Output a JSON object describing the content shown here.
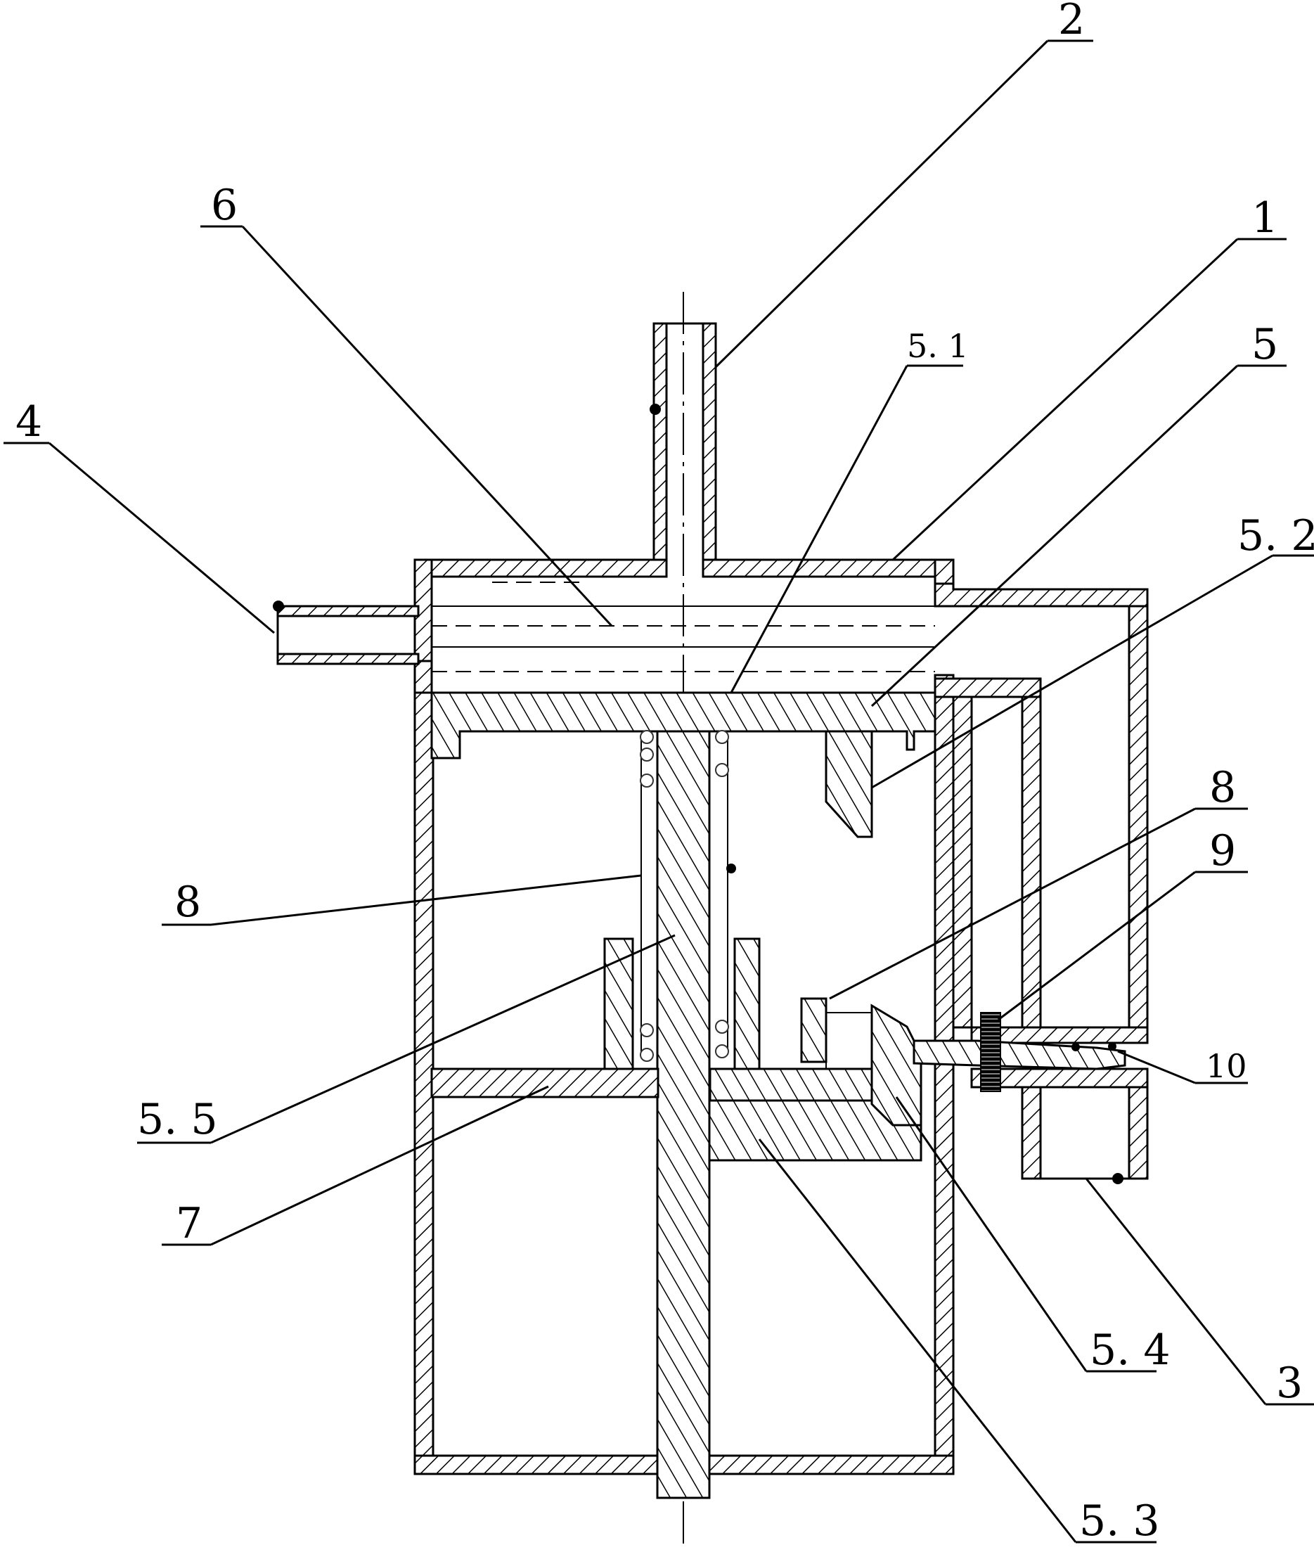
{
  "labels": {
    "l1": "1",
    "l2": "2",
    "l3": "3",
    "l4": "4",
    "l5": "5",
    "l5_1": "5. 1",
    "l5_2": "5. 2",
    "l5_3": "5. 3",
    "l5_4": "5. 4",
    "l5_5": "5. 5",
    "l6": "6",
    "l7": "7",
    "l8a": "8",
    "l8b": "8",
    "l9": "9",
    "l10": "10"
  }
}
